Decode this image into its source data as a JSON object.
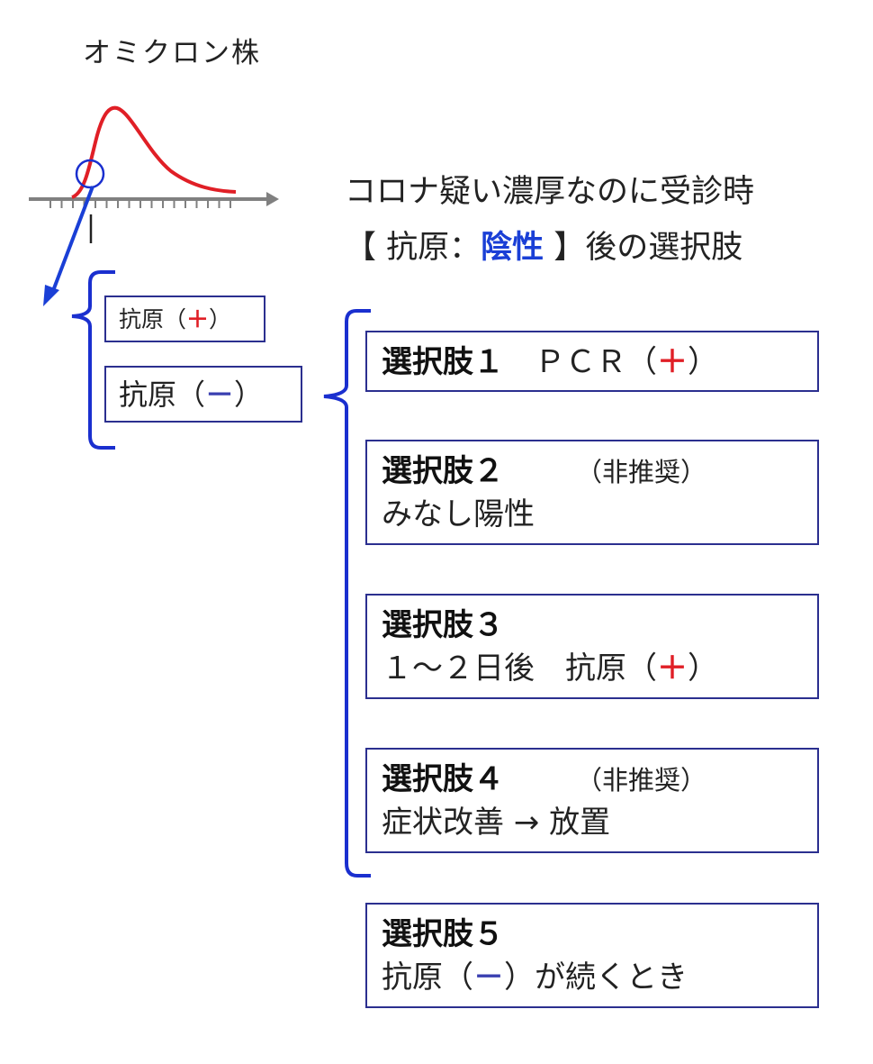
{
  "strain_title": "オミクロン株",
  "heading": {
    "line1": "コロナ疑い濃厚なのに受診時",
    "line2_open": "【 抗原：",
    "line2_neg": "陰性",
    "line2_close": " 】後の選択肢"
  },
  "antigen_results": {
    "positive": {
      "label": "抗原（",
      "sign": "＋",
      "close": "）"
    },
    "negative": {
      "label": "抗原（",
      "sign": "－",
      "close": "）"
    }
  },
  "options": [
    {
      "title": "選択肢１",
      "detail_pre": "　ＰＣＲ（",
      "detail_sign": "＋",
      "detail_post": "）"
    },
    {
      "title": "選択肢２",
      "note": "（非推奨）",
      "line": "みなし陽性"
    },
    {
      "title": "選択肢３",
      "line_pre": " １～２日後　抗原（",
      "line_sign": "＋",
      "line_post": "）"
    },
    {
      "title": "選択肢４",
      "note": "（非推奨）",
      "line": "症状改善 → 放置"
    },
    {
      "title": "選択肢５",
      "line_pre": "抗原（",
      "line_sign": "－",
      "line_post": "）が続くとき"
    }
  ],
  "colors": {
    "curve": "#e01f26",
    "arrow": "#1a3fd6",
    "brace": "#1a2fcf",
    "box_border": "#2b2f8f",
    "axis": "#808080"
  }
}
